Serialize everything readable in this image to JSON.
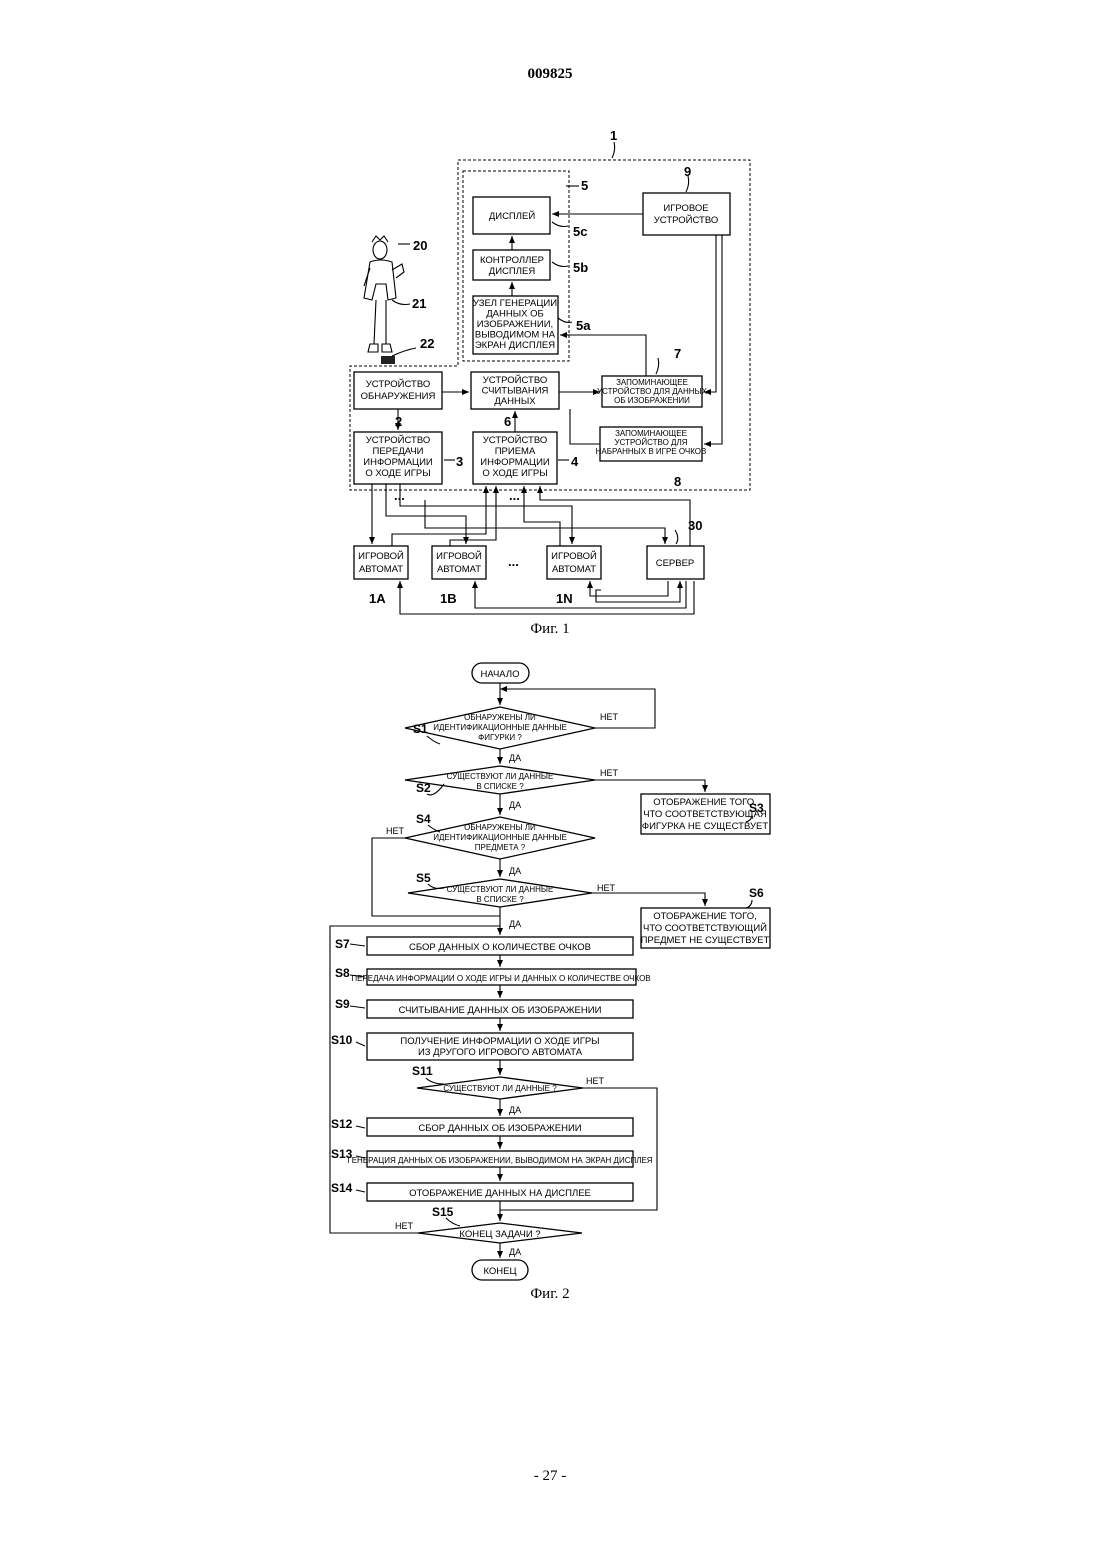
{
  "header": {
    "patent_number": "009825"
  },
  "footer": {
    "page_number": "- 27 -"
  },
  "fig1": {
    "caption": "Фиг. 1",
    "boxes": {
      "display": "ДИСПЛЕЙ",
      "controller": [
        "КОНТРОЛЛЕР",
        "ДИСПЛЕЯ"
      ],
      "generator": [
        "УЗЕЛ ГЕНЕРАЦИИ",
        "ДАННЫХ ОБ",
        "ИЗОБРАЖЕНИИ,",
        "ВЫВОДИМОМ НА",
        "ЭКРАН ДИСПЛЕЯ"
      ],
      "game_device": [
        "ИГРОВОЕ",
        "УСТРОЙСТВО"
      ],
      "detector": [
        "УСТРОЙСТВО",
        "ОБНАРУЖЕНИЯ"
      ],
      "reader": [
        "УСТРОЙСТВО",
        "СЧИТЫВАНИЯ",
        "ДАННЫХ"
      ],
      "image_storage": [
        "ЗАПОМИНАЮЩЕЕ",
        "УСТРОЙСТВО ДЛЯ ДАННЫХ",
        "ОБ ИЗОБРАЖЕНИИ"
      ],
      "score_storage": [
        "ЗАПОМИНАЮЩЕЕ",
        "УСТРОЙСТВО ДЛЯ",
        "НАБРАННЫХ В ИГРЕ ОЧКОВ"
      ],
      "transmitter": [
        "УСТРОЙСТВО",
        "ПЕРЕДАЧИ",
        "ИНФОРМАЦИИ",
        "О ХОДЕ ИГРЫ"
      ],
      "receiver": [
        "УСТРОЙСТВО",
        "ПРИЕМА",
        "ИНФОРМАЦИИ",
        "О ХОДЕ ИГРЫ"
      ],
      "machine_1a": [
        "ИГРОВОЙ",
        "АВТОМАТ"
      ],
      "machine_1b": [
        "ИГРОВОЙ",
        "АВТОМАТ"
      ],
      "machine_1n": [
        "ИГРОВОЙ",
        "АВТОМАТ"
      ],
      "server": "СЕРВЕР"
    },
    "refs": {
      "r1": "1",
      "r5": "5",
      "r5c": "5c",
      "r5b": "5b",
      "r5a": "5a",
      "r9": "9",
      "r20": "20",
      "r21": "21",
      "r22": "22",
      "r2": "2",
      "r6": "6",
      "r7": "7",
      "r8": "8",
      "r3": "3",
      "r4": "4",
      "r30": "30",
      "r1a": "1A",
      "r1b": "1B",
      "r1n": "1N"
    },
    "ellipsis": "..."
  },
  "fig2": {
    "caption": "Фиг. 2",
    "start": "НАЧАЛО",
    "end": "КОНЕЦ",
    "yes": "ДА",
    "no": "НЕТ",
    "steps": {
      "s1": {
        "label": "S1",
        "lines": [
          "ОБНАРУЖЕНЫ ЛИ",
          "ИДЕНТИФИКАЦИОННЫЕ ДАННЫЕ",
          "ФИГУРКИ ?"
        ]
      },
      "s2": {
        "label": "S2",
        "lines": [
          "СУЩЕСТВУЮТ ЛИ ДАННЫЕ",
          "В СПИСКЕ ?"
        ]
      },
      "s3": {
        "label": "S3",
        "lines": [
          "ОТОБРАЖЕНИЕ ТОГО,",
          "ЧТО СООТВЕТСТВУЮЩАЯ",
          "ФИГУРКА НЕ СУЩЕСТВУЕТ"
        ]
      },
      "s4": {
        "label": "S4",
        "lines": [
          "ОБНАРУЖЕНЫ ЛИ",
          "ИДЕНТИФИКАЦИОННЫЕ ДАННЫЕ",
          "ПРЕДМЕТА ?"
        ]
      },
      "s5": {
        "label": "S5",
        "lines": [
          "СУЩЕСТВУЮТ ЛИ ДАННЫЕ",
          "В СПИСКЕ ?"
        ]
      },
      "s6": {
        "label": "S6",
        "lines": [
          "ОТОБРАЖЕНИЕ ТОГО,",
          "ЧТО СООТВЕТСТВУЮЩИЙ",
          "ПРЕДМЕТ НЕ СУЩЕСТВУЕТ"
        ]
      },
      "s7": {
        "label": "S7",
        "text": "СБОР ДАННЫХ О КОЛИЧЕСТВЕ ОЧКОВ"
      },
      "s8": {
        "label": "S8",
        "text": "ПЕРЕДАЧА ИНФОРМАЦИИ О ХОДЕ ИГРЫ И ДАННЫХ О КОЛИЧЕСТВЕ ОЧКОВ"
      },
      "s9": {
        "label": "S9",
        "text": "СЧИТЫВАНИЕ ДАННЫХ ОБ ИЗОБРАЖЕНИИ"
      },
      "s10": {
        "label": "S10",
        "lines": [
          "ПОЛУЧЕНИЕ ИНФОРМАЦИИ О ХОДЕ ИГРЫ",
          "ИЗ ДРУГОГО ИГРОВОГО АВТОМАТА"
        ]
      },
      "s11": {
        "label": "S11",
        "text": "СУЩЕСТВУЮТ ЛИ ДАННЫЕ ?"
      },
      "s12": {
        "label": "S12",
        "text": "СБОР ДАННЫХ ОБ ИЗОБРАЖЕНИИ"
      },
      "s13": {
        "label": "S13",
        "text": "ГЕНЕРАЦИЯ ДАННЫХ ОБ ИЗОБРАЖЕНИИ, ВЫВОДИМОМ НА ЭКРАН ДИСПЛЕЯ"
      },
      "s14": {
        "label": "S14",
        "text": "ОТОБРАЖЕНИЕ ДАННЫХ НА ДИСПЛЕЕ"
      },
      "s15": {
        "label": "S15",
        "text": "КОНЕЦ ЗАДАЧИ ?"
      }
    }
  }
}
